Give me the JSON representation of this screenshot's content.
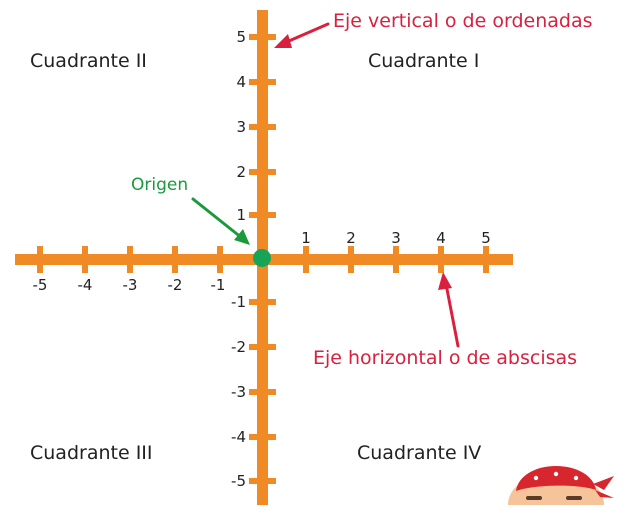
{
  "colors": {
    "axis": "#f08a24",
    "annotation_red": "#d9203f",
    "annotation_green": "#1a9a3a",
    "origin_dot": "#16a556",
    "text": "#222222"
  },
  "quadrants": {
    "q1": "Cuadrante I",
    "q2": "Cuadrante II",
    "q3": "Cuadrante III",
    "q4": "Cuadrante IV"
  },
  "annotations": {
    "vertical_axis": "Eje vertical o de ordenadas",
    "horizontal_axis": "Eje horizontal o de abscisas",
    "origin": "Origen"
  },
  "x_ticks": [
    "-5",
    "-4",
    "-3",
    "-2",
    "-1",
    "1",
    "2",
    "3",
    "4",
    "5"
  ],
  "y_ticks": [
    "5",
    "4",
    "3",
    "2",
    "1",
    "-1",
    "-2",
    "-3",
    "-4",
    "-5"
  ],
  "mascot": {
    "icon": "pirate-mascot-icon"
  }
}
